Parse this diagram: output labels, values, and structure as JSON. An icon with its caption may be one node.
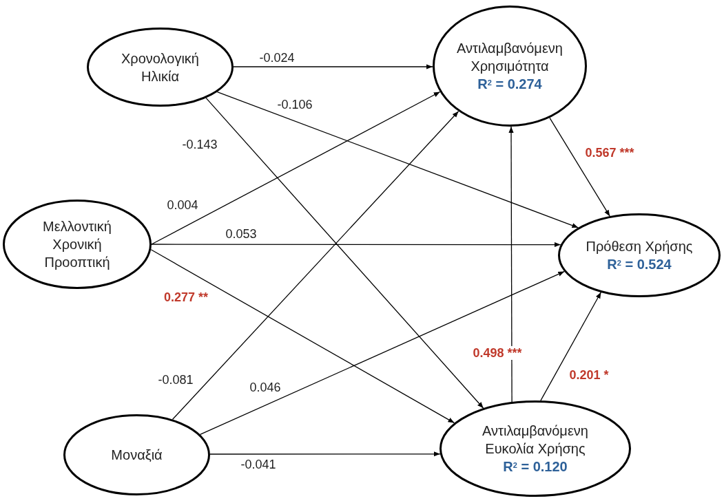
{
  "diagram": {
    "nodes": [
      {
        "text": [
          "Χρονολογική Ηλικία"
        ]
      },
      {
        "text": [
          "Μελλοντική Χρονική Προοπτική"
        ]
      },
      {
        "text": [
          "Μοναξιά"
        ]
      },
      {
        "text": [
          "Αντιλαμβανόμενη Χρησιμότητα",
          "R$^{2}$ = 0.274"
        ]
      },
      {
        "text": [
          "Πρόθεση Χρήσης",
          "R$^{2}$ = 0.524"
        ]
      },
      {
        "text": [
          "Αντιλαμβανόμενη Ευκολία Χρήσης",
          "R$^{2}$ = 0.120"
        ]
      }
    ],
    "edges": [
      {
        "from": 0,
        "to": 3,
        "arrow": "to",
        "label": "-0.024"
      },
      {
        "from": 0,
        "to": 4,
        "arrow": "to",
        "label": "-0.106"
      },
      {
        "from": 0,
        "to": 5,
        "arrow": "to",
        "label": "-0.143"
      },
      {
        "from": 1,
        "to": 3,
        "arrow": "to",
        "label": "0.004"
      },
      {
        "from": 1,
        "to": 4,
        "arrow": "to",
        "label": "0.053"
      },
      {
        "from": 1,
        "to": 5,
        "arrow": "to",
        "label": "0.277 **"
      },
      {
        "from": 2,
        "to": 3,
        "arrow": "to",
        "label": "-0.081"
      },
      {
        "from": 2,
        "to": 4,
        "arrow": "to",
        "label": "0.046"
      },
      {
        "from": 2,
        "to": 5,
        "arrow": "to",
        "label": "-0.041"
      },
      {
        "from": 3,
        "to": 4,
        "arrow": "to",
        "label": "0.567 ***"
      },
      {
        "from": 5,
        "to": 3,
        "arrow": "to",
        "label": "0.498 ***"
      },
      {
        "from": 5,
        "to": 4,
        "arrow": "to",
        "label": "0.201 *"
      }
    ]
  }
}
